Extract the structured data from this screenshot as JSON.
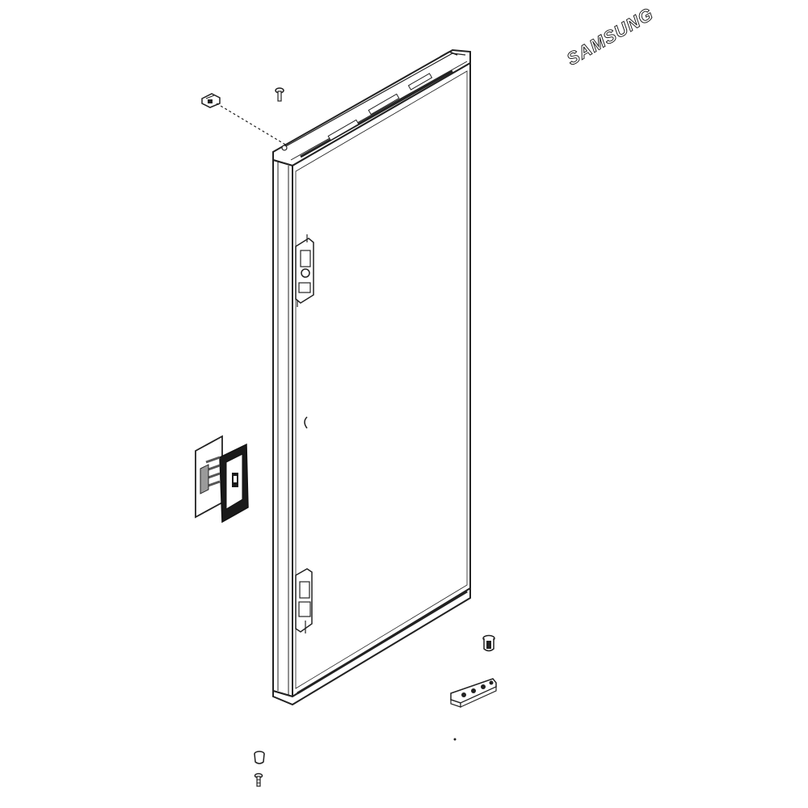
{
  "diagram": {
    "brand_logo": "SAMSUNG",
    "colors": {
      "line": "#222222",
      "fill": "#ffffff",
      "dark_part": "#1a1a1a",
      "mid_part": "#9a9a9a"
    },
    "parts": [
      {
        "name": "door-assembly",
        "icon": "refrigerator-door-icon"
      },
      {
        "name": "door-handle-assembly",
        "icon": "handle-icon"
      },
      {
        "name": "top-hinge-cap",
        "icon": "cap-icon"
      },
      {
        "name": "top-screw",
        "icon": "screw-icon"
      },
      {
        "name": "hinge-pin",
        "icon": "pin-icon"
      },
      {
        "name": "bottom-hinge-bracket",
        "icon": "bracket-icon"
      },
      {
        "name": "bottom-bushing",
        "icon": "bushing-icon"
      },
      {
        "name": "bottom-screw",
        "icon": "screw-icon"
      }
    ]
  }
}
